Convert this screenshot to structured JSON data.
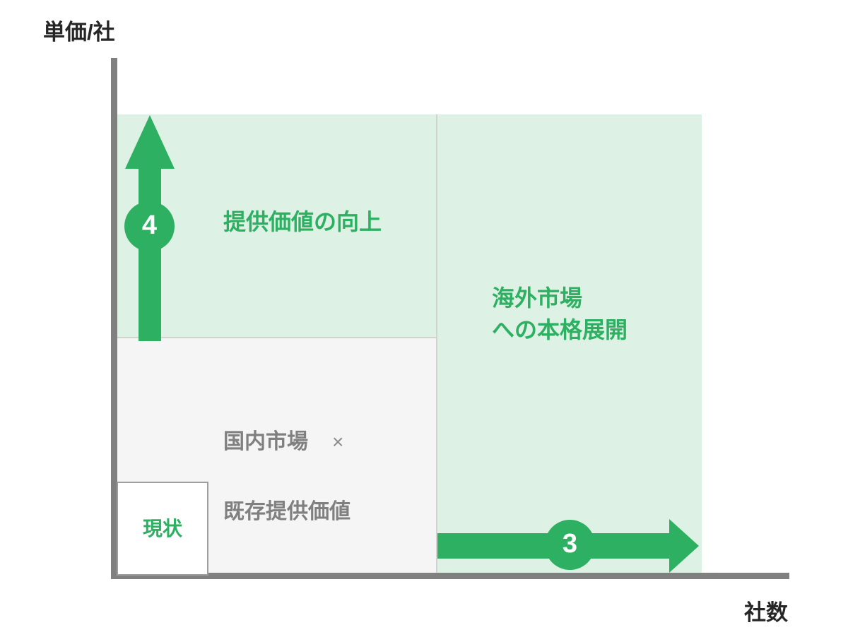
{
  "diagram": {
    "axes": {
      "y_label": "単価/社",
      "x_label": "社数",
      "axis_color": "#808080"
    },
    "colors": {
      "green_accent": "#2eb062",
      "green_fill": "#ddf2e4",
      "gray_fill": "#f5f5f5",
      "gray_text": "#808080",
      "divider": "#cfd4cf"
    },
    "regions": {
      "value_uplift": {
        "label": "提供価値の向上",
        "fill": "#ddf2e4"
      },
      "overseas_expansion": {
        "label": "海外市場\nへの本格展開",
        "fill": "#ddf2e4"
      },
      "domestic_existing": {
        "line1": "国内市場",
        "multiply": "×",
        "line2": "既存提供価値",
        "fill": "#f5f5f5"
      }
    },
    "current_state_box": {
      "label": "現状"
    },
    "arrows": {
      "vertical": {
        "direction": "up",
        "badge": "4",
        "color": "#2eb062"
      },
      "horizontal": {
        "direction": "right",
        "badge": "3",
        "color": "#2eb062"
      }
    }
  },
  "chart_data": {
    "type": "scatter",
    "title": "",
    "xlabel": "社数",
    "ylabel": "単価/社",
    "grid": false,
    "legend": "none",
    "annotations": [
      {
        "text": "提供価値の向上",
        "quadrant": "top-left",
        "color": "#2eb062"
      },
      {
        "text": "海外市場への本格展開",
        "quadrant": "right",
        "color": "#2eb062"
      },
      {
        "text": "国内市場 × 既存提供価値",
        "quadrant": "bottom-left",
        "color": "#808080"
      },
      {
        "text": "現状",
        "quadrant": "origin",
        "color": "#2eb062"
      },
      {
        "text": "4",
        "type": "step-badge",
        "arrow": "up"
      },
      {
        "text": "3",
        "type": "step-badge",
        "arrow": "right"
      }
    ]
  }
}
